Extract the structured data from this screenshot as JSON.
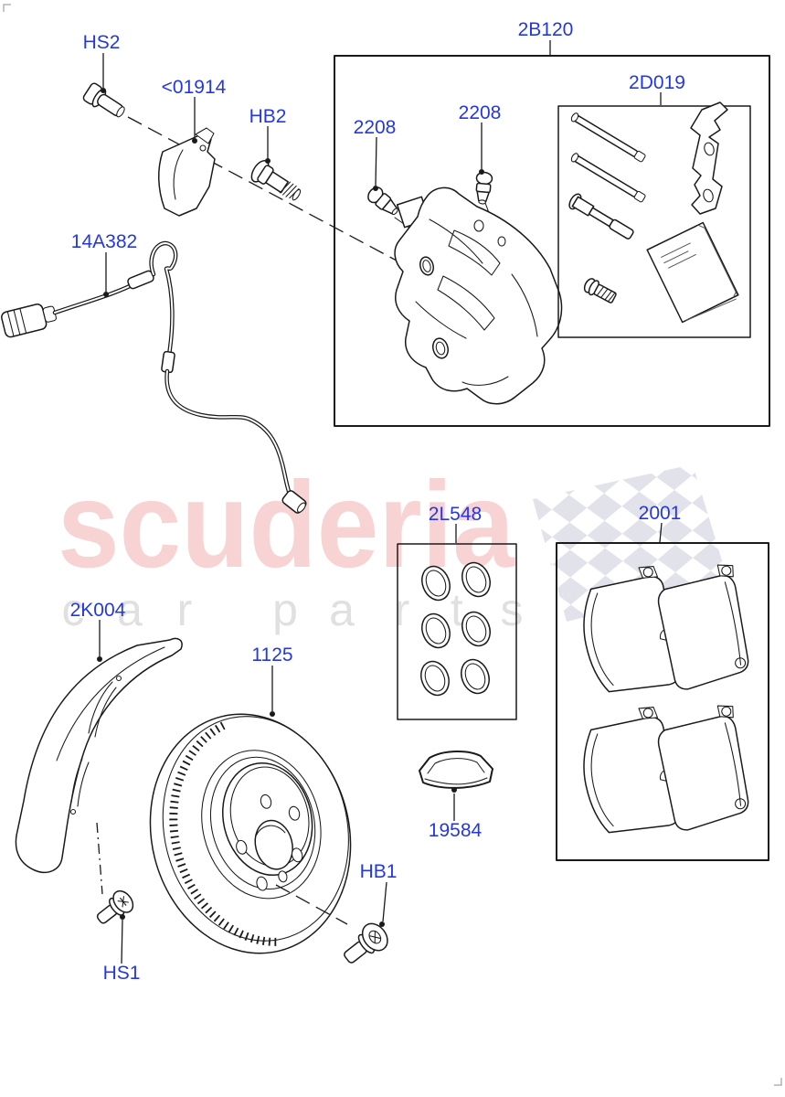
{
  "colors": {
    "callout_blue": "#2438e2",
    "line_black": "#1a1a1a",
    "watermark_pink": "#f8d3d3",
    "watermark_gray": "#e0e0e0",
    "flag_gray": "#e2e2ea"
  },
  "watermark": {
    "brand": "scuderia",
    "tagline_letters": [
      "c",
      "a",
      "r",
      "p",
      "a",
      "r",
      "t",
      "s"
    ]
  },
  "callouts": {
    "hs2": "HS2",
    "bracket_01914": "<01914",
    "hb2": "HB2",
    "caliper_kit_2b120": "2B120",
    "guide_pin_kit_2d019": "2D019",
    "bleed_screw_left_2208": "2208",
    "bleed_screw_right_2208": "2208",
    "wear_sensor_14a382": "14A382",
    "seal_kit_2l548": "2L548",
    "pad_kit_2001": "2001",
    "splash_shield_2k004": "2K004",
    "brake_disc_1125": "1125",
    "grease_19584": "19584",
    "hb1": "HB1",
    "hs1": "HS1"
  }
}
